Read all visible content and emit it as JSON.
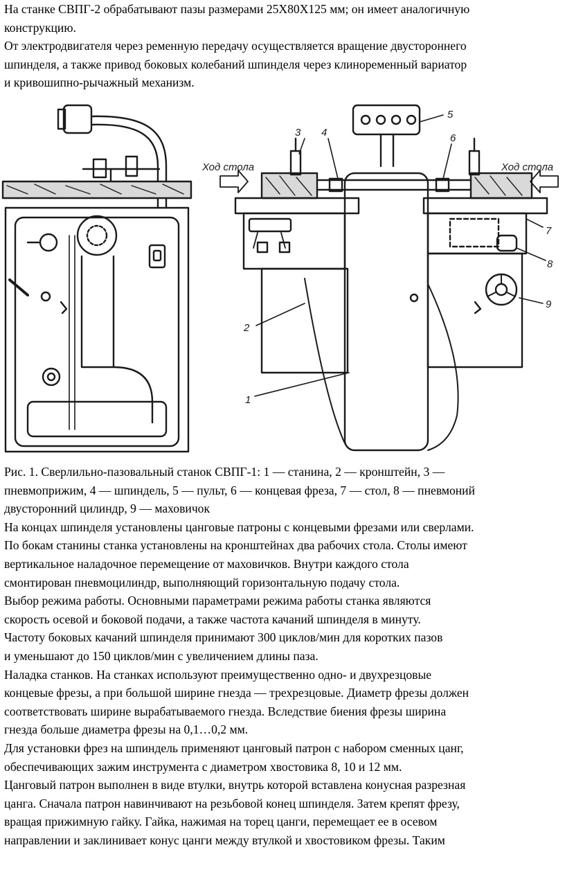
{
  "intro": {
    "lines": [
      "На станке СВПГ-2 обрабатывают пазы размерами 25Х80Х125 мм; он имеет аналогичную",
      "конструкцию.",
      "От электродвигателя через ременную передачу осуществляется вращение двустороннего",
      "шпинделя, а также привод боковых колебаний шпинделя через клиноременный вариатор",
      "и кривошипно-рычажный механизм."
    ]
  },
  "figure": {
    "table_move_label": "Ход стола",
    "part_numbers": [
      "1",
      "2",
      "3",
      "4",
      "5",
      "6",
      "7",
      "8",
      "9"
    ]
  },
  "body": {
    "lines": [
      "Рис. 1. Сверлильно-пазовальный станок СВПГ-1: 1 — станина, 2 — кронштейн, 3 —",
      "пневмоприжим, 4 — шпиндель, 5 — пульт, 6 — концевая фреза, 7 — стол, 8 — пневмоний",
      "двусторонний цилиндр, 9 — маховичок",
      "На концах шпинделя установлены цанговые патроны с концевыми фрезами или сверлами.",
      "По бокам станины станка установлены на кронштейнах два рабочих стола. Столы имеют",
      "вертикальное наладочное перемещение от маховичков. Внутри каждого стола",
      "смонтирован пневмоцилиндр, выполняющий горизонтальную подачу стола.",
      "Выбор режима работы. Основными параметрами режима работы станка являются",
      "скорость осевой и боковой подачи, а также частота качаний шпинделя в минуту.",
      "Частоту боковых качаний шпинделя принимают 300 циклов/мин для коротких пазов",
      "и уменьшают до 150 циклов/мин с увеличением длины паза.",
      "Наладка станков. На станках используют преимущественно одно- и двухрезцовые",
      "концевые фрезы, а при большой ширине гнезда — трехрезцовые. Диаметр фрезы должен",
      "соответствовать ширине вырабатываемого гнезда. Вследствие биения фрезы ширина",
      "гнезда больше диаметра фрезы на 0,1…0,2 мм.",
      "Для установки фрез на шпиндель применяют цанговый патрон с набором сменных цанг,",
      "обеспечивающих зажим инструмента с диаметром хвостовика 8, 10 и 12 мм.",
      "Цанговый патрон выполнен в виде втулки, внутрь которой вставлена конусная разрезная",
      "цанга. Сначала патрон навинчивают на резьбовой конец шпинделя. Затем крепят фрезу,",
      "вращая прижимную гайку. Гайка, нажимая на торец цанги, перемещает ее в осевом",
      "направлении и заклинивает конус цанги между втулкой и хвостовиком фрезы. Таким"
    ]
  }
}
